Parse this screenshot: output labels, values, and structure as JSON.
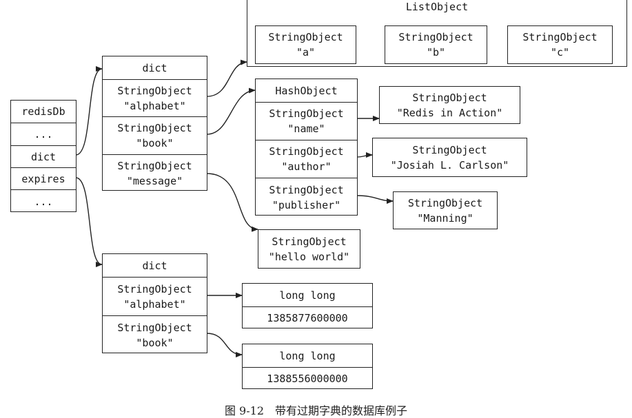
{
  "redisdb": {
    "rows": [
      "redisDb",
      "...",
      "dict",
      "expires",
      "..."
    ]
  },
  "main_dict": {
    "header": "dict",
    "entries": [
      {
        "type": "StringObject",
        "key": "\"alphabet\""
      },
      {
        "type": "StringObject",
        "key": "\"book\""
      },
      {
        "type": "StringObject",
        "key": "\"message\""
      }
    ]
  },
  "list_object": {
    "title": "ListObject",
    "items": [
      {
        "type": "StringObject",
        "value": "\"a\""
      },
      {
        "type": "StringObject",
        "value": "\"b\""
      },
      {
        "type": "StringObject",
        "value": "\"c\""
      }
    ]
  },
  "hash_object": {
    "header": "HashObject",
    "fields": [
      {
        "type": "StringObject",
        "key": "\"name\""
      },
      {
        "type": "StringObject",
        "key": "\"author\""
      },
      {
        "type": "StringObject",
        "key": "\"publisher\""
      }
    ],
    "values": [
      {
        "type": "StringObject",
        "value": "\"Redis in Action\""
      },
      {
        "type": "StringObject",
        "value": "\"Josiah L. Carlson\""
      },
      {
        "type": "StringObject",
        "value": "\"Manning\""
      }
    ]
  },
  "message_value": {
    "type": "StringObject",
    "value": "\"hello world\""
  },
  "expires_dict": {
    "header": "dict",
    "entries": [
      {
        "type": "StringObject",
        "key": "\"alphabet\""
      },
      {
        "type": "StringObject",
        "key": "\"book\""
      }
    ]
  },
  "expire_values": [
    {
      "type": "long long",
      "value": "1385877600000"
    },
    {
      "type": "long long",
      "value": "1388556000000"
    }
  ],
  "caption": "图 9-12　带有过期字典的数据库例子"
}
